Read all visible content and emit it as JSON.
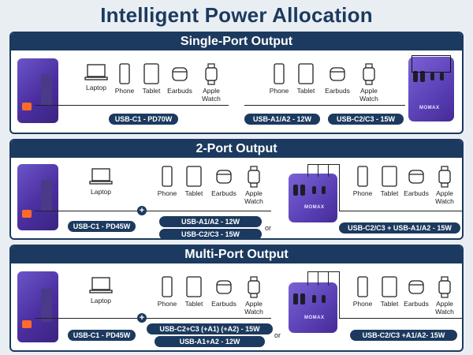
{
  "title": "Intelligent Power Allocation",
  "brand": "MOMAX",
  "sections": {
    "single": {
      "heading": "Single-Port Output",
      "devices_left": [
        "Laptop",
        "Phone",
        "Tablet",
        "Earbuds",
        "Apple Watch"
      ],
      "devices_right": [
        "Phone",
        "Tablet",
        "Earbuds",
        "Apple Watch"
      ],
      "pill_left": "USB-C1 - PD70W",
      "pill_mid": "USB-A1/A2 - 12W",
      "pill_right": "USB-C2/C3 - 15W"
    },
    "two": {
      "heading": "2-Port Output",
      "device_laptop": "Laptop",
      "devices_mid": [
        "Phone",
        "Tablet",
        "Earbuds",
        "Apple Watch"
      ],
      "devices_right": [
        "Phone",
        "Tablet",
        "Earbuds",
        "Apple Watch"
      ],
      "pill_left": "USB-C1 - PD45W",
      "pill_a": "USB-A1/A2 - 12W",
      "pill_b": "USB-C2/C3 - 15W",
      "or": "or",
      "pill_right": "USB-C2/C3 + USB-A1/A2 - 15W"
    },
    "multi": {
      "heading": "Multi-Port Output",
      "device_laptop": "Laptop",
      "devices_mid": [
        "Phone",
        "Tablet",
        "Earbuds",
        "Apple Watch"
      ],
      "devices_right": [
        "Phone",
        "Tablet",
        "Earbuds",
        "Apple Watch"
      ],
      "pill_left": "USB-C1 - PD45W",
      "pill_a": "USB-C2+C3 (+A1) (+A2) - 15W",
      "pill_b": "USB-A1+A2 - 12W",
      "or": "or",
      "pill_right": "USB-C2/C3 +A1/A2- 15W"
    }
  },
  "colors": {
    "navy": "#1c3a5f",
    "purple": "#5a3fb5",
    "port_orange": "#ff6a2b"
  },
  "icons": [
    "laptop-icon",
    "phone-icon",
    "tablet-icon",
    "earbuds-icon",
    "watch-icon",
    "plus-icon"
  ]
}
